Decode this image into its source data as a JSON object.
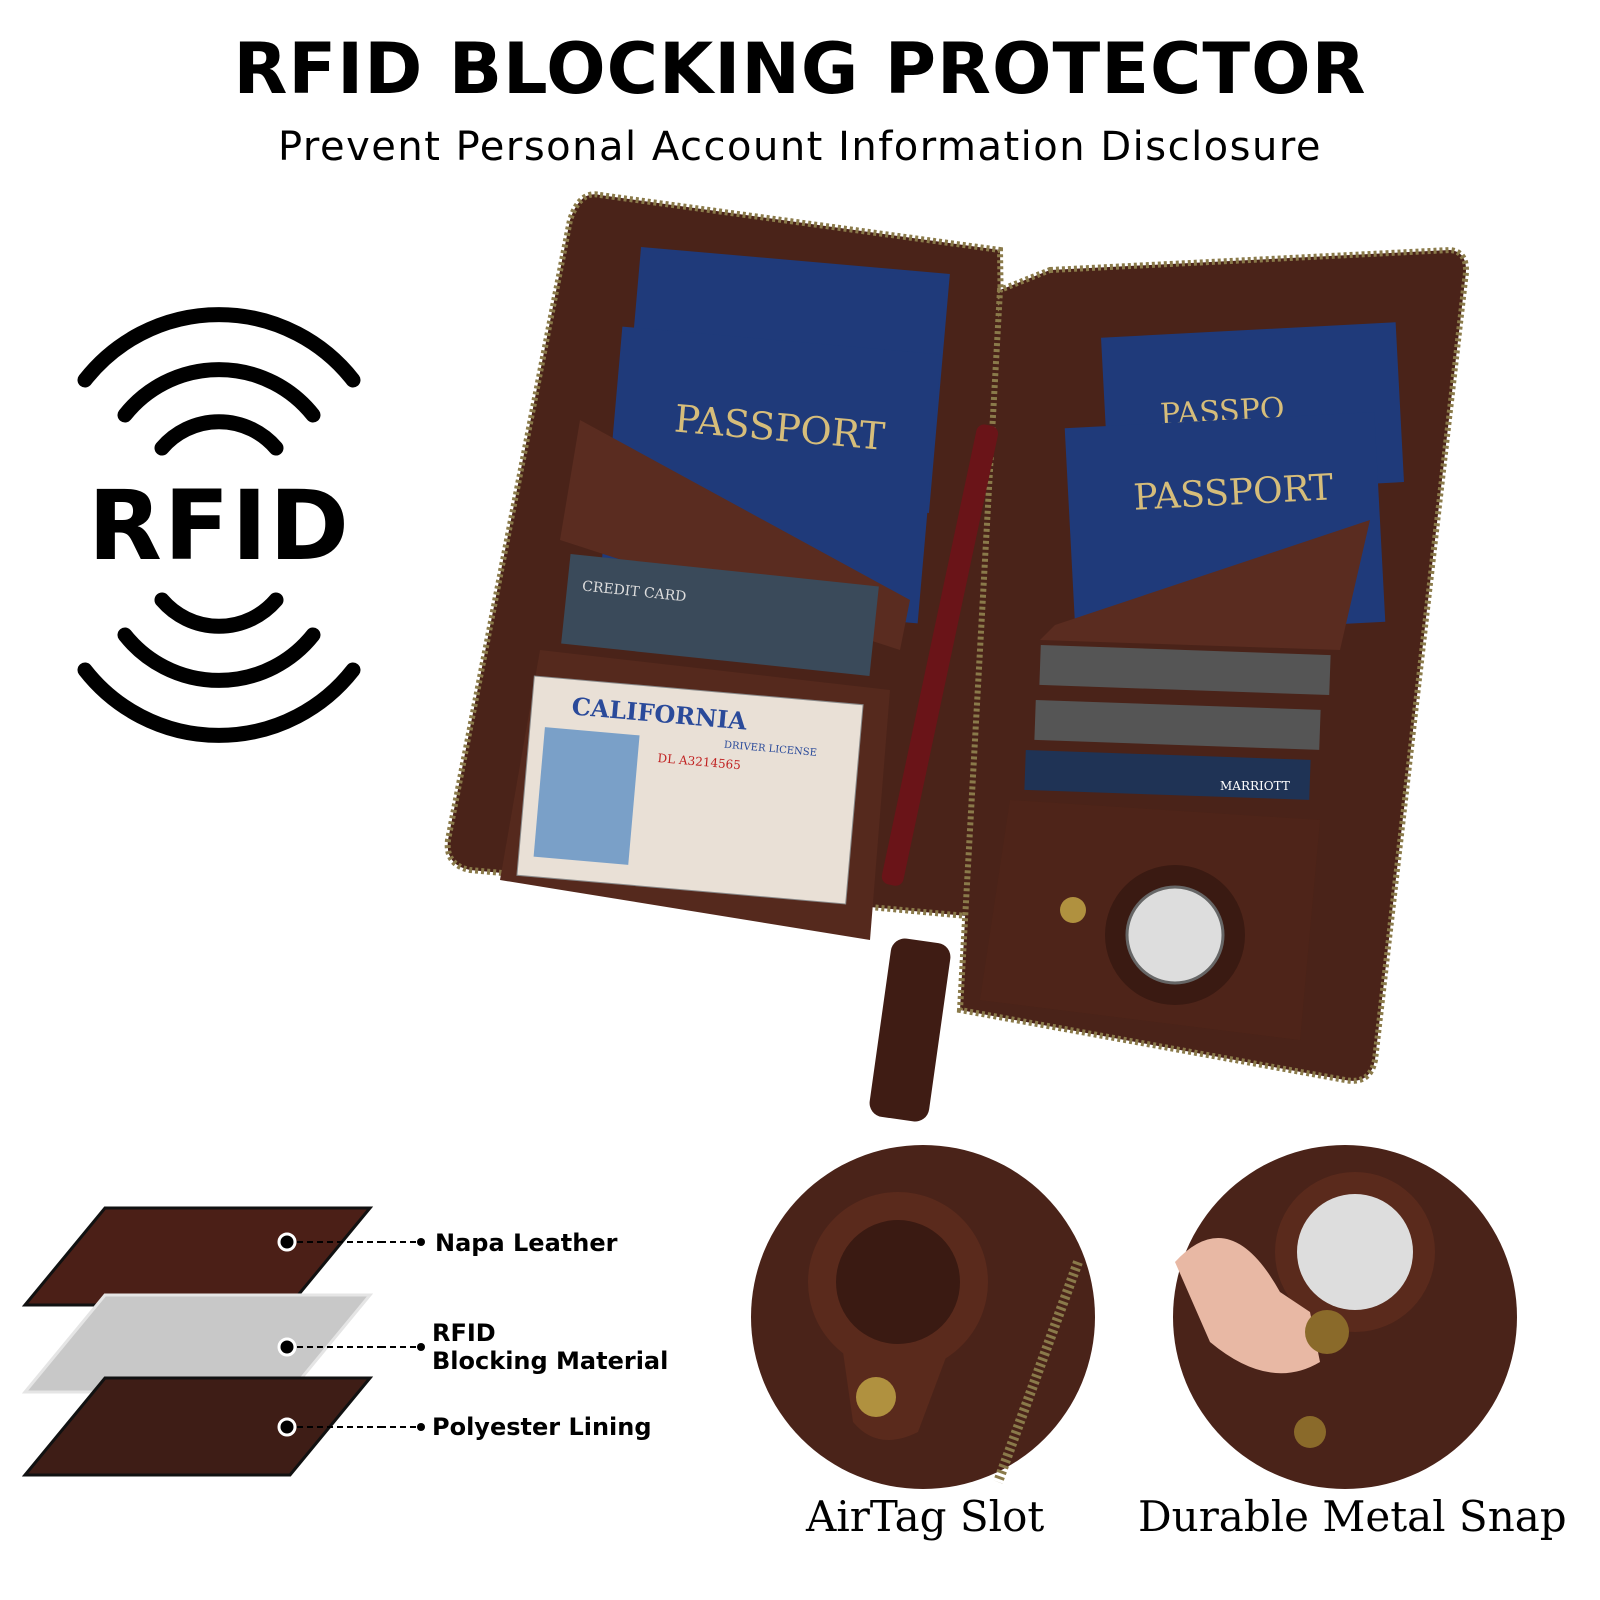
{
  "header": {
    "title": "RFID BLOCKING PROTECTOR",
    "subtitle": "Prevent Personal Account Information Disclosure"
  },
  "rfid_icon": {
    "label": "RFID",
    "icon": "rfid-wave-icon"
  },
  "product_photo": {
    "passport_label": "PASSPORT",
    "passport_label_partial": "ASSPORT",
    "passport_label_partial_right": "PASSPO",
    "id_card_state": "CALIFORNIA",
    "id_card_type": "DRIVER LICENSE",
    "id_card_number": "DL A3214565",
    "credit_card_label": "CREDIT CARD",
    "card_brand": "MARRIOTT",
    "colors": {
      "leather": "#4a2319",
      "passport": "#1f3a7a",
      "zipper": "#8a7a4a"
    }
  },
  "layers": [
    {
      "label": "Napa Leather",
      "color": "#4b1f17"
    },
    {
      "label_line1": "RFID",
      "label_line2": "Blocking Material",
      "color": "#c8c8c8"
    },
    {
      "label": "Polyester Lining",
      "color": "#3e1d16"
    }
  ],
  "details": [
    {
      "caption": "AirTag Slot"
    },
    {
      "caption": "Durable Metal Snap"
    }
  ]
}
